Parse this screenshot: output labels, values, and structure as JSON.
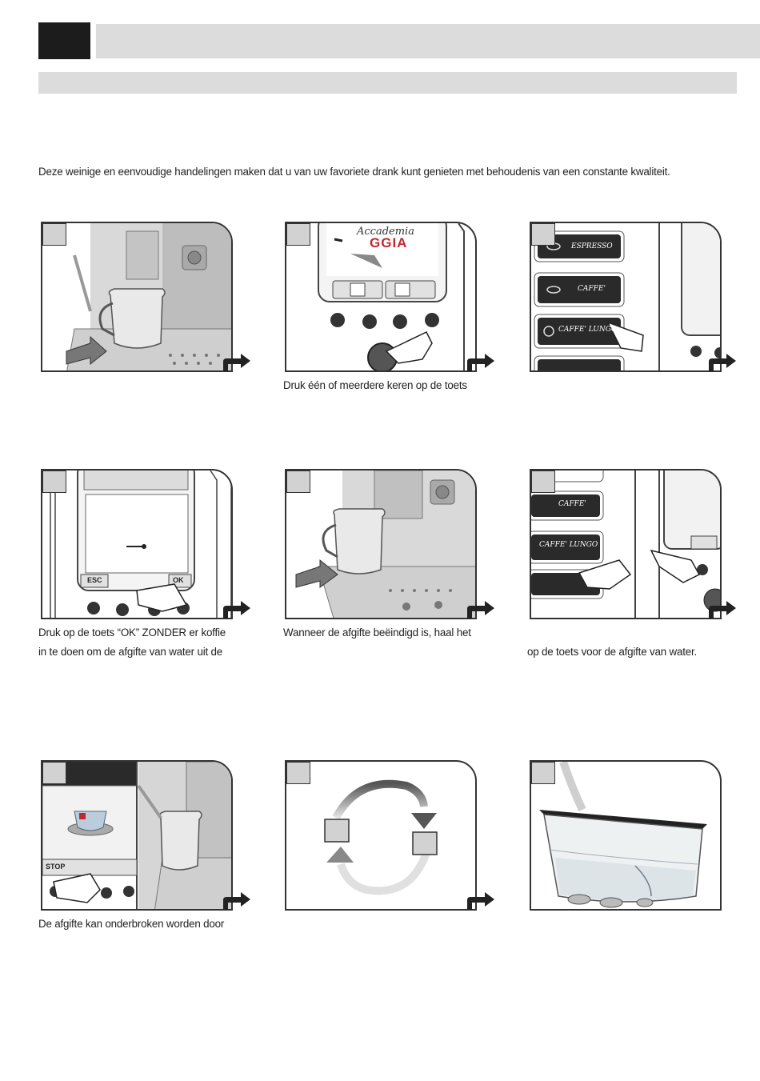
{
  "page": {
    "intro": "Deze weinige en eenvoudige handelingen maken dat u van uw favoriete drank kunt genieten met behoudenis van een constante kwaliteit."
  },
  "panels": {
    "p2": {
      "logo_line1": "Accademia",
      "logo_line2": "GGIA"
    },
    "p3": {
      "btn_espresso": "ESPRESSO",
      "btn_caffe": "CAFFE'",
      "btn_caffe_lungo": "CAFFE' LUNGO"
    },
    "p4": {
      "btn_left": "ESC",
      "btn_right": "OK"
    },
    "p6": {
      "btn_caffe": "CAFFE'",
      "btn_caffe_lungo": "CAFFE' LUNGO"
    },
    "p7": {
      "btn_stop": "STOP"
    }
  },
  "captions": {
    "c2": "Druk één of meerdere keren op de toets",
    "c4_line1": "Druk op de toets “OK” ZONDER er koffie",
    "c4_line2": "in te doen om de afgifte van water uit de",
    "c5": "Wanneer de afgifte beëindigd is, haal het",
    "c6": "op de toets voor de afgifte van water.",
    "c7": "De afgifte kan onderbroken worden door"
  },
  "colors": {
    "header_black": "#1c1c1c",
    "header_gray": "#dcdcdc",
    "step_box": "#d2d2d2",
    "brand_red": "#c0282d"
  }
}
